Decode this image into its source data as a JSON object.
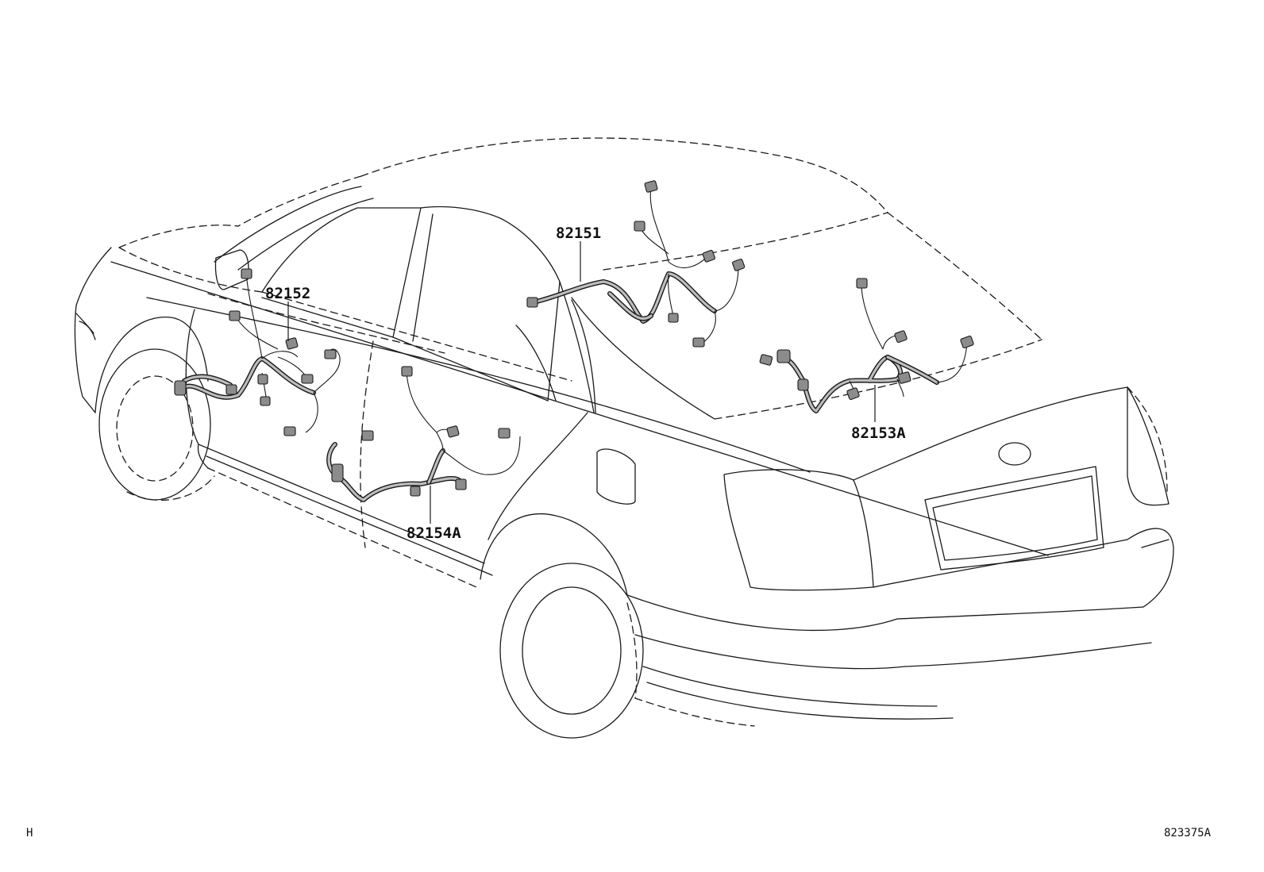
{
  "callouts": {
    "c82151": "82151",
    "c82152": "82152",
    "c82153a": "82153A",
    "c82154a": "82154A"
  },
  "footer": {
    "left_mark": "H",
    "figure_id": "823375A"
  }
}
